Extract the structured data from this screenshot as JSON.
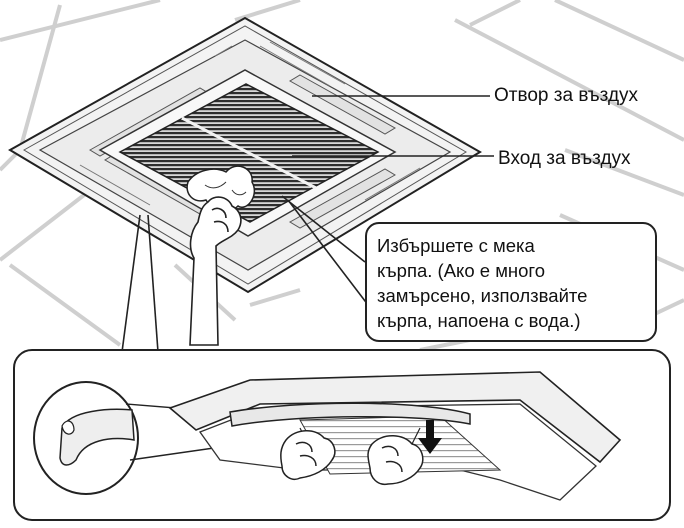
{
  "labels": {
    "air_outlet": "Отвор за въздух",
    "air_inlet": "Вход за въздух"
  },
  "instruction": {
    "lines": [
      "Избършете с мека",
      "кърпа. (Ако е много",
      "замърсено, използвайте",
      "кърпа, напоена с вода.)"
    ]
  },
  "colors": {
    "line": "#222222",
    "panel": "#f3f3f3",
    "grille": "#333333",
    "ceiling_grid": "#cfcfcf"
  },
  "icons": [
    "cloth-icon",
    "hand-icon",
    "down-arrow-icon"
  ]
}
